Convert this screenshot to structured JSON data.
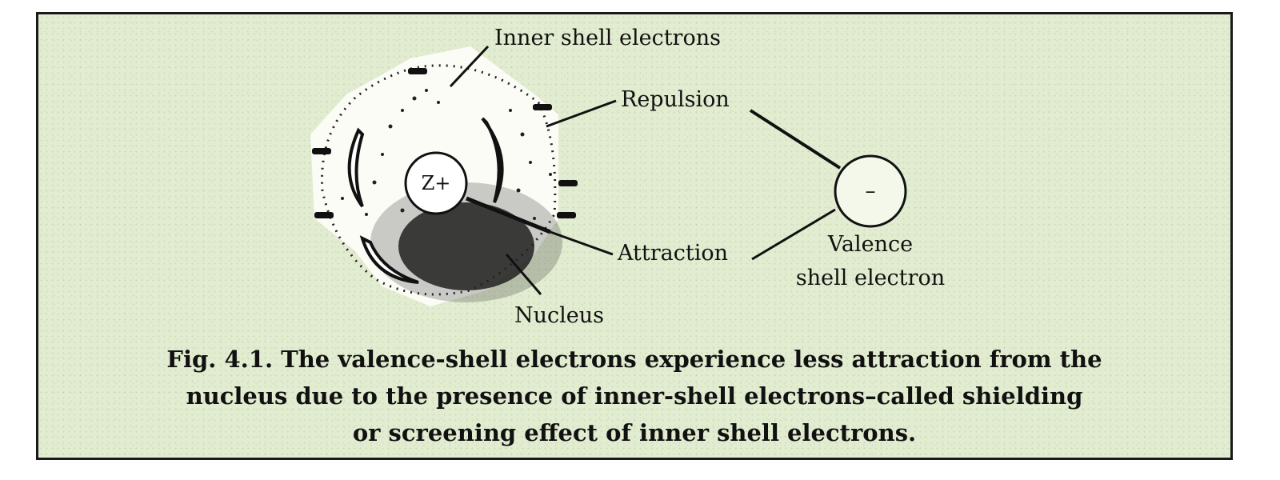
{
  "figure": {
    "labels": {
      "inner_shell": "Inner shell electrons",
      "repulsion": "Repulsion",
      "attraction": "Attraction",
      "nucleus_label": "Nucleus",
      "nucleus_charge": "Z+",
      "valence_symbol": "–",
      "valence_line1": "Valence",
      "valence_line2": "shell electron",
      "inner_charge": "–"
    },
    "caption": {
      "line1": "Fig. 4.1. The valence-shell electrons experience less attraction from the",
      "line2": "nucleus due to the presence of inner-shell electrons–called shielding",
      "line3": "or screening effect of inner shell electrons."
    }
  }
}
